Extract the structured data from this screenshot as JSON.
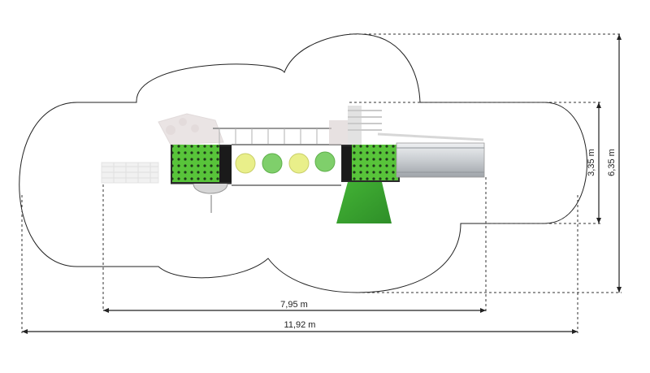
{
  "dimensions": {
    "width_inner": "7,95 m",
    "width_outer": "11,92 m",
    "depth_inner": "3,35 m",
    "depth_outer": "6,35 m"
  },
  "colors": {
    "panel_green": "#58c43a",
    "dark_green": "#2f8f2a",
    "disc_yellow": "#e9ef8a",
    "disc_green": "#7fcf6b",
    "line": "#222222",
    "metal": "#b8bcc0",
    "ghost": "#e2dcdc"
  }
}
